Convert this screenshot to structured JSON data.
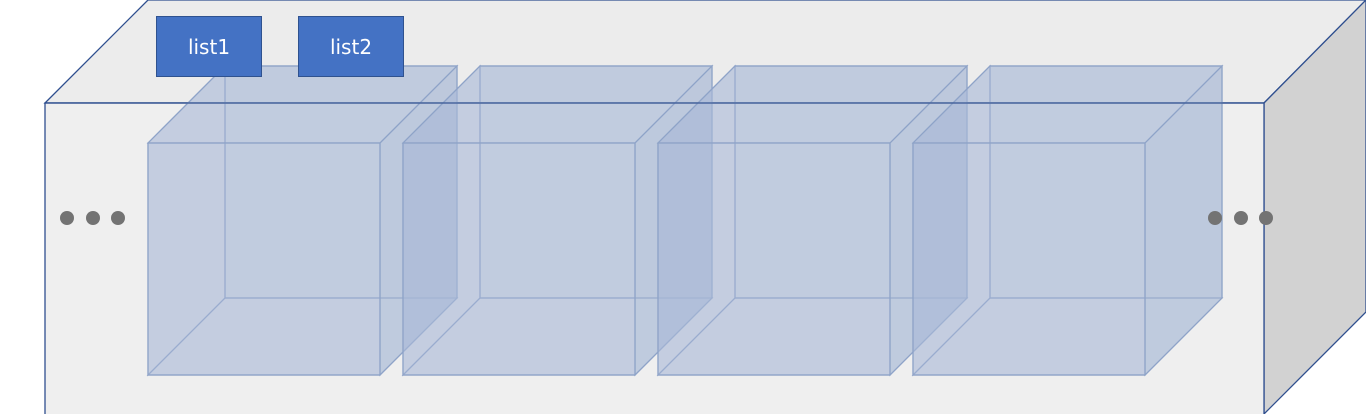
{
  "labels": {
    "list1": "list1",
    "list2": "list2"
  },
  "cube_count": 4,
  "ellipsis": {
    "left": "•••",
    "right": "•••"
  },
  "colors": {
    "container_front": "#efefef",
    "container_side": "#d3d3d3",
    "container_edge": "#2f4f8f",
    "cube_fill": "#a9b9d6",
    "cube_edge": "#8ea3c8",
    "label_fill": "#4472c4",
    "dots": "#737373"
  }
}
